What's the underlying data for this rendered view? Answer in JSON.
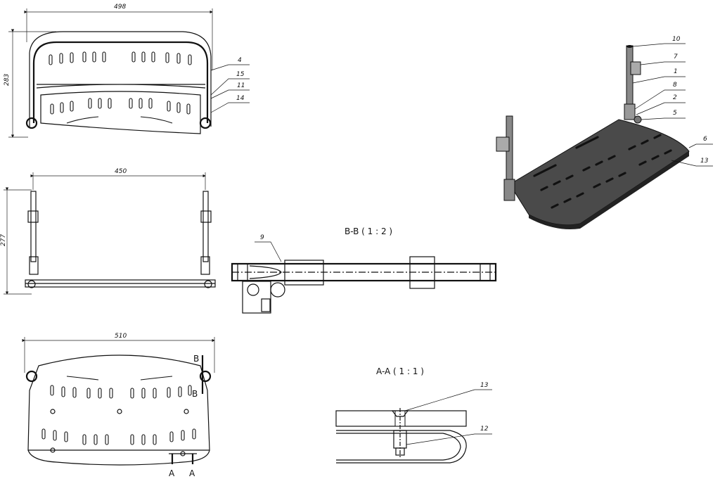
{
  "views": {
    "top": {
      "dim_width": "498",
      "dim_height": "283",
      "callouts": [
        "4",
        "15",
        "11",
        "14"
      ]
    },
    "front": {
      "dim_width": "450",
      "dim_height": "277"
    },
    "bottom": {
      "dim_width": "510",
      "section_marks": [
        "B",
        "B",
        "A",
        "A"
      ]
    },
    "section_bb": {
      "title": "B-B ( 1 : 2 )",
      "callouts": [
        "9"
      ]
    },
    "section_aa": {
      "title": "A-A ( 1 : 1 )",
      "callouts": [
        "13",
        "12"
      ]
    },
    "isometric": {
      "callouts": [
        "10",
        "7",
        "1",
        "8",
        "2",
        "5",
        "6",
        "13"
      ]
    }
  }
}
